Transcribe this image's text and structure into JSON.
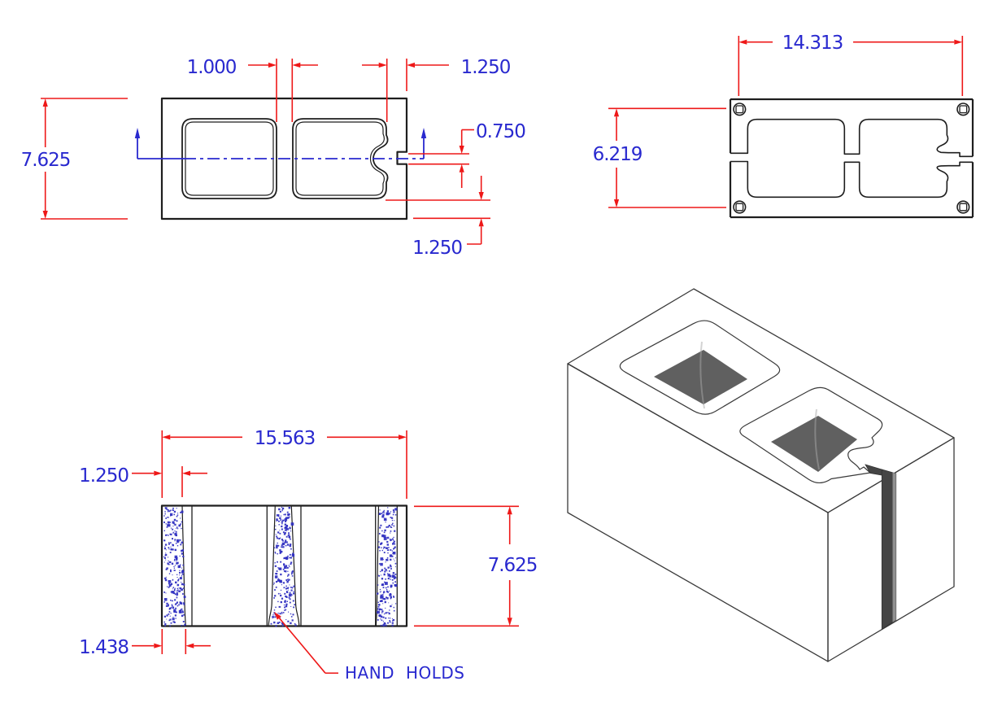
{
  "colors": {
    "background": "#ffffff",
    "line": "#1e1e1e",
    "dimension": "#ee1818",
    "text": "#2929cf",
    "centerline": "#2929cf",
    "stipple": "#2d2dc0",
    "edge": "#3a3a3a",
    "iso_top": "#b3b3b3",
    "iso_front": "#5d5d5d",
    "iso_side": "#848484",
    "iso_slot": "#454545",
    "iso_slot_edge": "#909090",
    "iso_floor": "#606060",
    "cavity_light": "#9d9d9d",
    "cavity_mid": "#6e6e6e",
    "cavity_dark": "#484848"
  },
  "top_view": {
    "dim_web": "1.000",
    "dim_end_shell": "1.250",
    "dim_width": "7.625",
    "dim_notch": "0.750",
    "dim_face_shell": "1.250"
  },
  "bottom_view": {
    "dim_core_pin_length": "14.313",
    "dim_core_pin_width": "6.219"
  },
  "side_view": {
    "dim_length": "15.563",
    "dim_taper_top": "1.250",
    "dim_height": "7.625",
    "dim_taper_bottom": "1.438",
    "callout": "HAND HOLDS"
  }
}
